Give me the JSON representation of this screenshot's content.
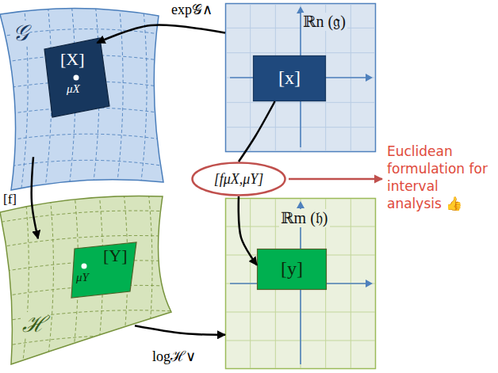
{
  "diagram": {
    "nodes": [
      {
        "text": [
          "𝒢"
        ]
      },
      {
        "text": [
          "[X]",
          "μX"
        ],
        "in": 0
      },
      {
        "text": [
          "ℝn (𝔤)"
        ]
      },
      {
        "text": [
          "[x]"
        ],
        "in": 2
      },
      {
        "text": [
          "ℋ"
        ]
      },
      {
        "text": [
          "[Y]",
          "μY"
        ],
        "in": 4
      },
      {
        "text": [
          "ℝm (𝔥)"
        ]
      },
      {
        "text": [
          "[y]"
        ],
        "in": 6
      },
      {
        "text": [
          "[fμX,μY]"
        ]
      }
    ],
    "edges": [
      {
        "from": 2,
        "to": 1,
        "arrow": "to",
        "label": "exp𝒢∧"
      },
      {
        "from": 0,
        "to": 4,
        "arrow": "to",
        "label": "[f]"
      },
      {
        "from": 3,
        "to": 8,
        "arrow": "none"
      },
      {
        "from": 8,
        "to": 7,
        "arrow": "to"
      },
      {
        "from": 4,
        "to": 6,
        "arrow": "to",
        "label": "logℋ∨"
      }
    ],
    "labels": [
      "Euclidean formulation for interval analysis 👍"
    ]
  }
}
